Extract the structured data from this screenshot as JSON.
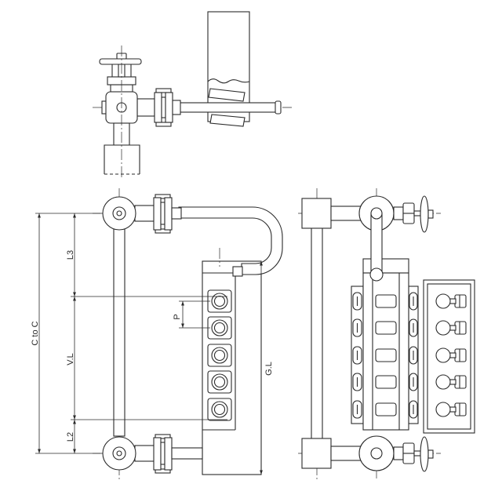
{
  "labels": {
    "c_to_c": "C to C",
    "l3": "L3",
    "vl": "V.L",
    "l2": "L2",
    "p": "P",
    "gl": "G.L"
  },
  "colors": {
    "line": "#2a2a2a",
    "background": "#ffffff"
  }
}
